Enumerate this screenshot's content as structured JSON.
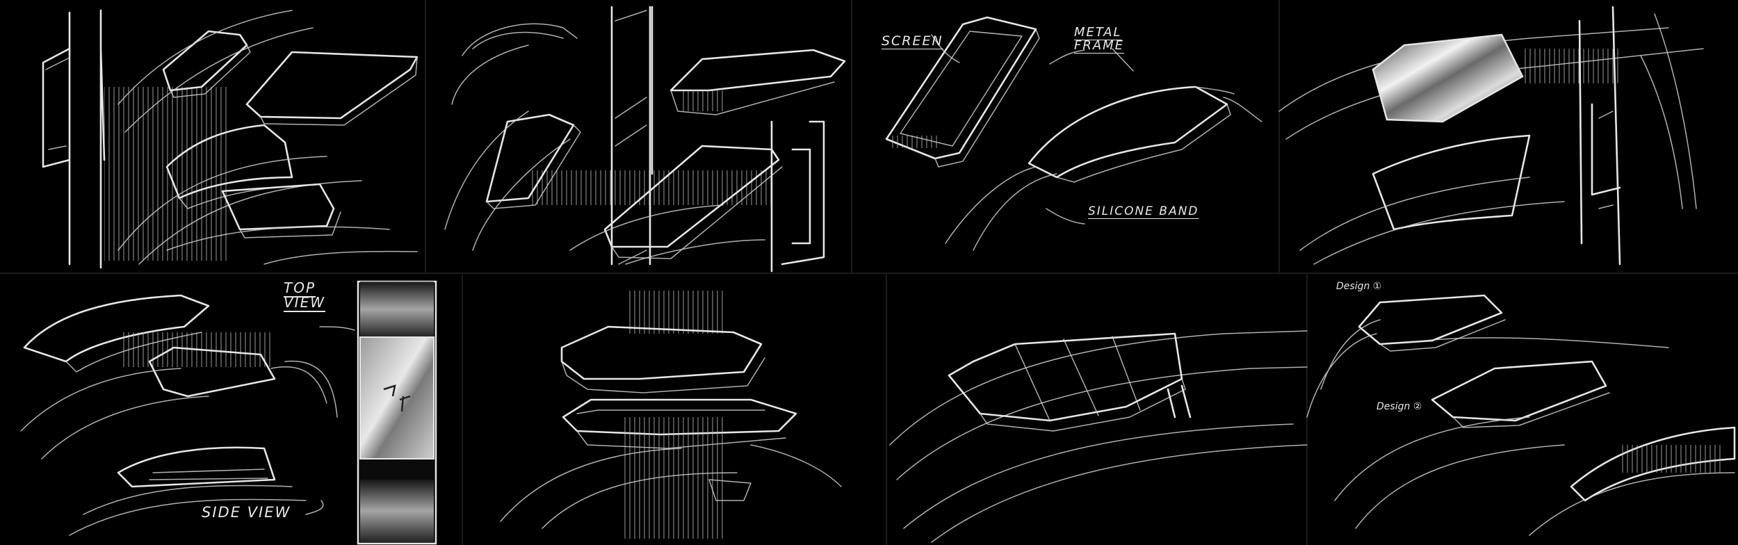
{
  "colors": {
    "background": "#000000",
    "line": "#e6e6e6"
  },
  "labels": {
    "screen": "SCREEN",
    "metal_frame": "METAL\nFRAME",
    "silicone_band": "SILICONE BAND",
    "top_view": "TOP\nVIEW",
    "side_view": "SIDE VIEW",
    "design_1": "Design ①",
    "design_2": "Design ②"
  }
}
